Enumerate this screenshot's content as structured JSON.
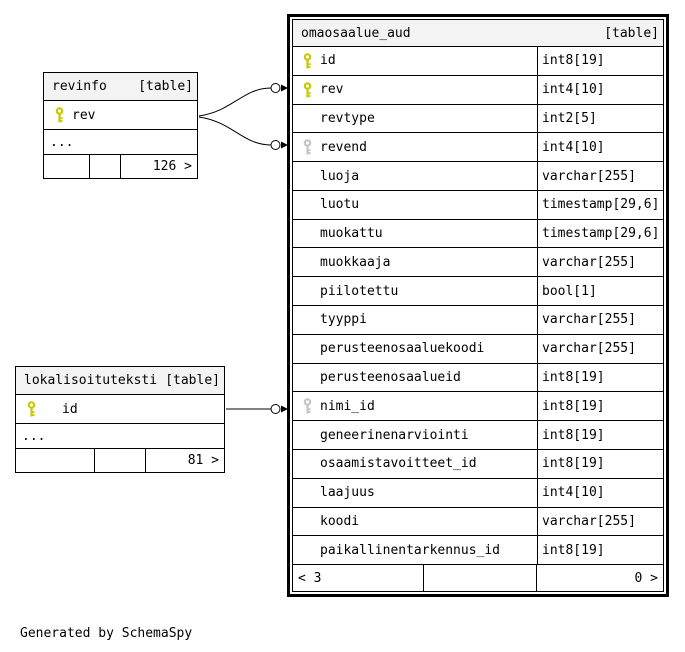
{
  "caption": "Generated by SchemaSpy",
  "colors": {
    "pk_key": "#c9c900",
    "fk_key": "#c4c4c4",
    "header_bg": "#f3f3f3",
    "border": "#000000"
  },
  "tables": {
    "main": {
      "name": "omaosaalue_aud",
      "tag": "[table]",
      "columns": [
        {
          "name": "id",
          "type": "int8[19]",
          "key": "primary"
        },
        {
          "name": "rev",
          "type": "int4[10]",
          "key": "primary"
        },
        {
          "name": "revtype",
          "type": "int2[5]",
          "key": "none"
        },
        {
          "name": "revend",
          "type": "int4[10]",
          "key": "foreign"
        },
        {
          "name": "luoja",
          "type": "varchar[255]",
          "key": "none"
        },
        {
          "name": "luotu",
          "type": "timestamp[29,6]",
          "key": "none"
        },
        {
          "name": "muokattu",
          "type": "timestamp[29,6]",
          "key": "none"
        },
        {
          "name": "muokkaaja",
          "type": "varchar[255]",
          "key": "none"
        },
        {
          "name": "piilotettu",
          "type": "bool[1]",
          "key": "none"
        },
        {
          "name": "tyyppi",
          "type": "varchar[255]",
          "key": "none"
        },
        {
          "name": "perusteenosaaluekoodi",
          "type": "varchar[255]",
          "key": "none"
        },
        {
          "name": "perusteenosaalueid",
          "type": "int8[19]",
          "key": "none"
        },
        {
          "name": "nimi_id",
          "type": "int8[19]",
          "key": "foreign"
        },
        {
          "name": "geneerinenarviointi",
          "type": "int8[19]",
          "key": "none"
        },
        {
          "name": "osaamistavoitteet_id",
          "type": "int8[19]",
          "key": "none"
        },
        {
          "name": "laajuus",
          "type": "int4[10]",
          "key": "none"
        },
        {
          "name": "koodi",
          "type": "varchar[255]",
          "key": "none"
        },
        {
          "name": "paikallinentarkennus_id",
          "type": "int8[19]",
          "key": "none"
        }
      ],
      "footer": {
        "left": "< 3",
        "middle": "",
        "right": "0 >"
      }
    },
    "revinfo": {
      "name": "revinfo",
      "tag": "[table]",
      "columns": [
        {
          "name": "rev",
          "key": "primary"
        }
      ],
      "ellipsis": "...",
      "footer": {
        "left": "",
        "middle": "",
        "right": "126 >"
      }
    },
    "lokalisoituteksti": {
      "name": "lokalisoituteksti",
      "tag": "[table]",
      "columns": [
        {
          "name": "id",
          "key": "primary"
        }
      ],
      "ellipsis": "...",
      "footer": {
        "left": "",
        "middle": "",
        "right": "81 >"
      }
    }
  }
}
